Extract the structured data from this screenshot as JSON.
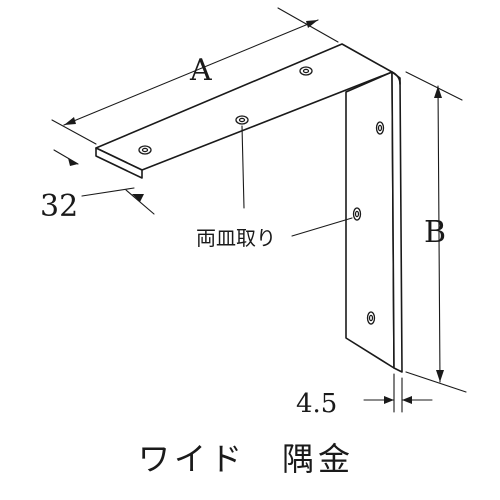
{
  "diagram": {
    "dimensions": {
      "length_a": "A",
      "length_b": "B",
      "width": "32",
      "thickness": "4.5"
    },
    "hole_label": "両皿取り",
    "caption": "ワイド　隅金",
    "colors": {
      "ink": "#1a1a1a",
      "background": "#ffffff"
    }
  }
}
